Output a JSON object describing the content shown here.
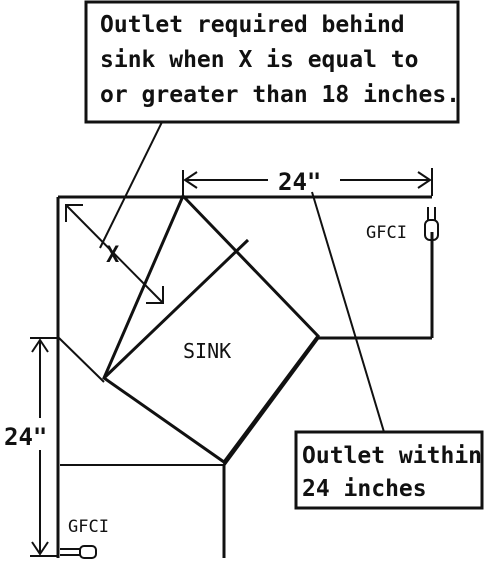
{
  "callout_top": {
    "lines": [
      "Outlet required behind",
      "sink when X is equal to",
      "or greater than 18 inches."
    ]
  },
  "callout_bottom": {
    "lines": [
      "Outlet within",
      "24 inches"
    ]
  },
  "labels": {
    "sink": "SINK",
    "x_dim": "X",
    "dim_top": "24\"",
    "dim_left": "24\"",
    "gfci_right": "GFCI",
    "gfci_left": "GFCI"
  }
}
